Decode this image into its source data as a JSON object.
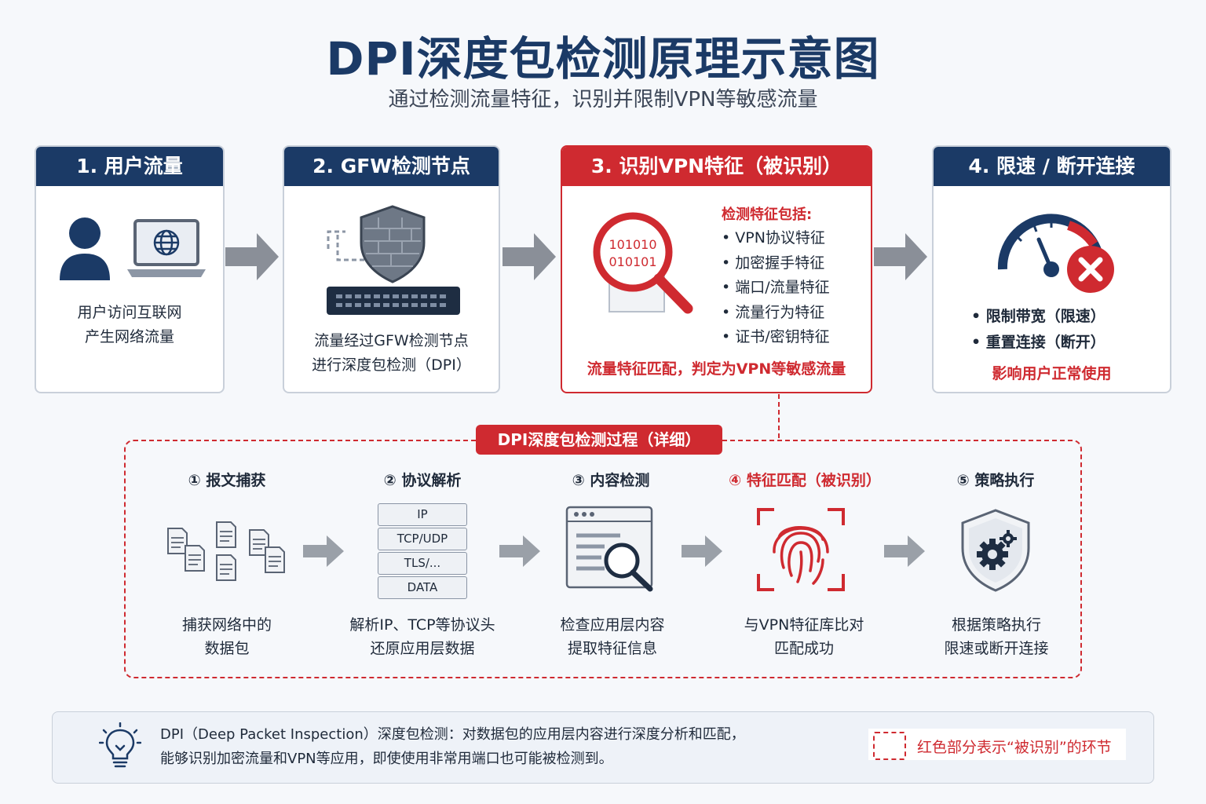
{
  "header": {
    "title": "DPI深度包检测原理示意图",
    "subtitle": "通过检测流量特征，识别并限制VPN等敏感流量"
  },
  "steps": [
    {
      "label": "1. 用户流量",
      "lines": [
        "用户访问互联网",
        "产生网络流量"
      ]
    },
    {
      "label": "2. GFW检测节点",
      "lines": [
        "流量经过GFW检测节点",
        "进行深度包检测（DPI）"
      ]
    },
    {
      "label": "3. 识别VPN特征（被识别）",
      "binary": [
        "101010",
        "010101"
      ],
      "features_title": "检测特征包括:",
      "features": [
        "VPN协议特征",
        "加密握手特征",
        "端口/流量特征",
        "流量行为特征",
        "证书/密钥特征"
      ],
      "note": "流量特征匹配，判定为VPN等敏感流量"
    },
    {
      "label": "4. 限速 / 断开连接",
      "items": [
        "限制带宽（限速）",
        "重置连接（断开）"
      ],
      "note": "影响用户正常使用"
    }
  ],
  "detail": {
    "title": "DPI深度包检测过程（详细）",
    "steps": [
      {
        "label": "① 报文捕获",
        "lines": [
          "捕获网络中的",
          "数据包"
        ]
      },
      {
        "label": "② 协议解析",
        "layers": [
          "IP",
          "TCP/UDP",
          "TLS/...",
          "DATA"
        ],
        "lines": [
          "解析IP、TCP等协议头",
          "还原应用层数据"
        ]
      },
      {
        "label": "③ 内容检测",
        "lines": [
          "检查应用层内容",
          "提取特征信息"
        ]
      },
      {
        "label": "④ 特征匹配（被识别）",
        "lines": [
          "与VPN特征库比对",
          "匹配成功"
        ]
      },
      {
        "label": "⑤ 策略执行",
        "lines": [
          "根据策略执行",
          "限速或断开连接"
        ]
      }
    ]
  },
  "info": {
    "lines": [
      "DPI（Deep Packet Inspection）深度包检测：对数据包的应用层内容进行深度分析和匹配，",
      "能够识别加密流量和VPN等应用，即使使用非常用端口也可能被检测到。"
    ],
    "legend": "红色部分表示“被识别”的环节"
  },
  "colors": {
    "navy": "#1b3a66",
    "red": "#cf2a30",
    "gray_arrow": "#8a8f98"
  }
}
